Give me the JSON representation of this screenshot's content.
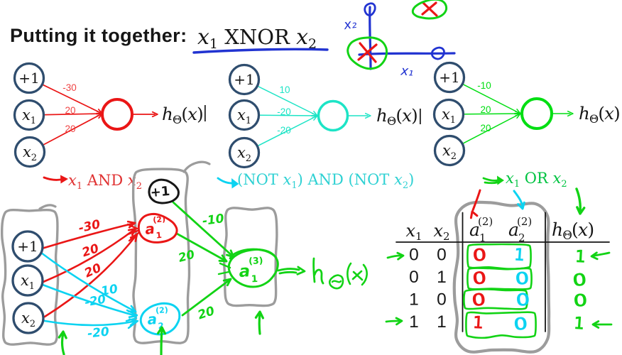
{
  "palette": {
    "ink": "#161616",
    "navy": "#2f4d6e",
    "gray": "#9c9c9c",
    "blue": "#2133d1",
    "red": "#ea1616",
    "redTx": "#e03232",
    "redw": "#ef4444",
    "cyanNet": "#1de4c6",
    "cyanTx": "#2fd1d3",
    "cyanHand": "#0cd3f1",
    "greenNet": "#00de12",
    "greenTx": "#00c341",
    "greenHand": "#12d315"
  },
  "title": {
    "text": "Putting it together:",
    "op": " XNOR "
  },
  "glyphs": {
    "x": "x",
    "one": "1",
    "two": "2",
    "plus1": "+1",
    "h": "h",
    "theta": "Θ",
    "lp": "(",
    "rp": ")"
  },
  "sketch": {
    "x2": "x₂",
    "x1": "x₁"
  },
  "networks": {
    "and": {
      "weights": [
        "-30",
        "20",
        "20"
      ],
      "op": " AND "
    },
    "nor": {
      "weights": [
        "10",
        "-20",
        "-20"
      ],
      "prefix": "(NOT ",
      "mid": ") AND (NOT ",
      "suffix": ")"
    },
    "or": {
      "weights": [
        "-10",
        "20",
        "20"
      ],
      "op": " OR "
    }
  },
  "units": {
    "a21": {
      "base": "a",
      "sub": "1",
      "sup": "(2)"
    },
    "a22": {
      "base": "a",
      "sub": "2",
      "sup": "(2)"
    },
    "a31": {
      "base": "a",
      "sub": "1",
      "sup": "(3)"
    }
  },
  "hand": {
    "output_label": {
      "base": "h",
      "sub": "Θ",
      "arg": "(x)"
    }
  },
  "table": {
    "rows": [
      {
        "x1": "0",
        "x2": "0",
        "a1": "0",
        "a2": "1",
        "h": "1"
      },
      {
        "x1": "0",
        "x2": "1",
        "a1": "0",
        "a2": "0",
        "h": "0"
      },
      {
        "x1": "1",
        "x2": "0",
        "a1": "0",
        "a2": "0",
        "h": "0"
      },
      {
        "x1": "1",
        "x2": "1",
        "a1": "1",
        "a2": "0",
        "h": "1"
      }
    ]
  }
}
